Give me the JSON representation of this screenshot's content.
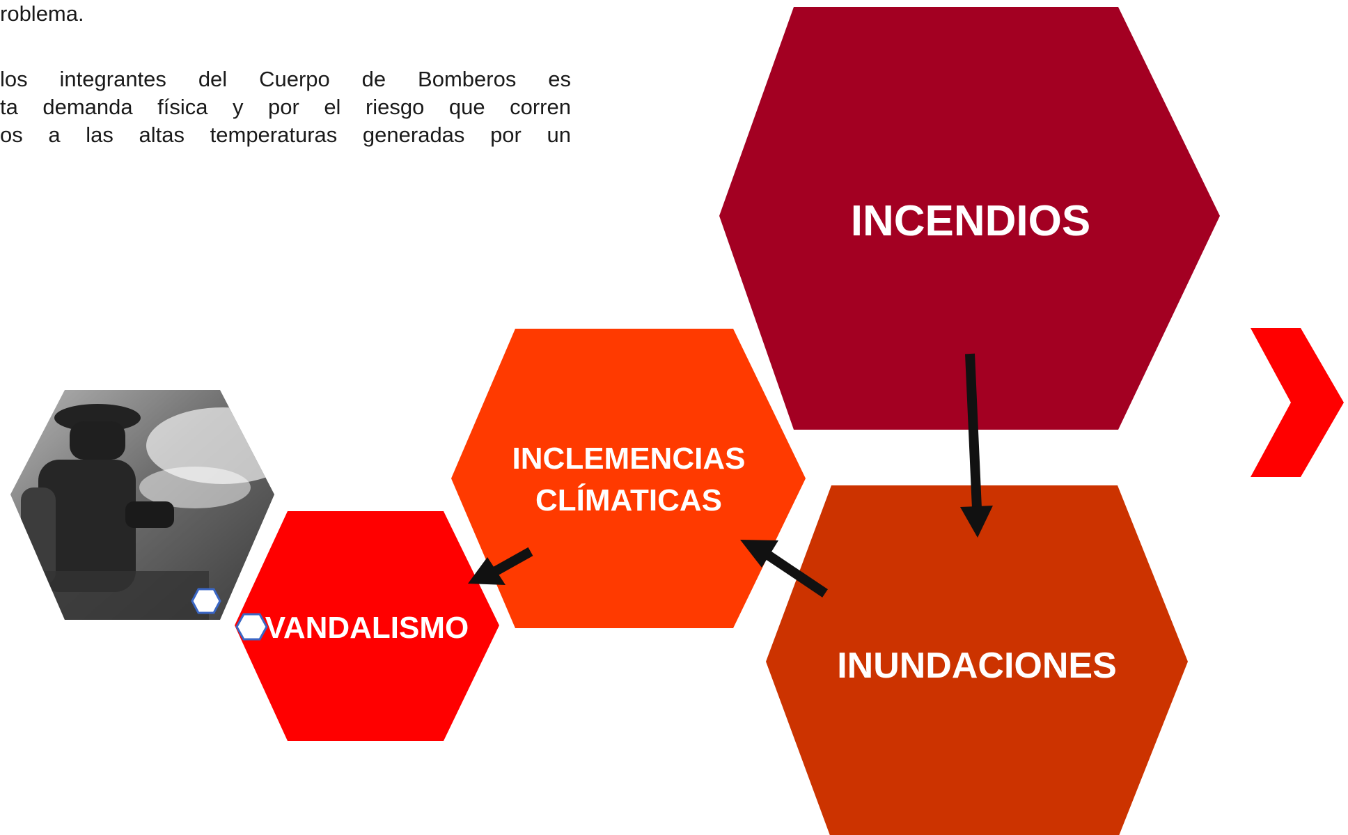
{
  "text": {
    "top_fragment": "roblema.",
    "paragraph_lines": [
      "los integrantes del Cuerpo de Bomberos es",
      "ta demanda física y por el riesgo que corren",
      "os a las altas temperaturas generadas por un"
    ]
  },
  "diagram": {
    "nodes": [
      {
        "id": "incendios",
        "label": "INCENDIOS",
        "color": "#a30022"
      },
      {
        "id": "inundaciones",
        "label": "INUNDACIONES",
        "color": "#cc3300"
      },
      {
        "id": "inclemencias",
        "label_lines": [
          "INCLEMENCIAS",
          "CLÍMATICAS"
        ],
        "color": "#ff3a00"
      },
      {
        "id": "vandalismo",
        "label": "VANDALISMO",
        "color": "#ff0000"
      }
    ],
    "arrows": [
      {
        "from": "incendios",
        "to": "inundaciones"
      },
      {
        "from": "inundaciones",
        "to": "inclemencias"
      },
      {
        "from": "inclemencias",
        "to": "vandalismo"
      }
    ],
    "photo": {
      "icon": "firefighter-photo-hexagon"
    },
    "next_chevron": {
      "icon": "chevron-right-icon",
      "color": "#ff0000"
    }
  }
}
